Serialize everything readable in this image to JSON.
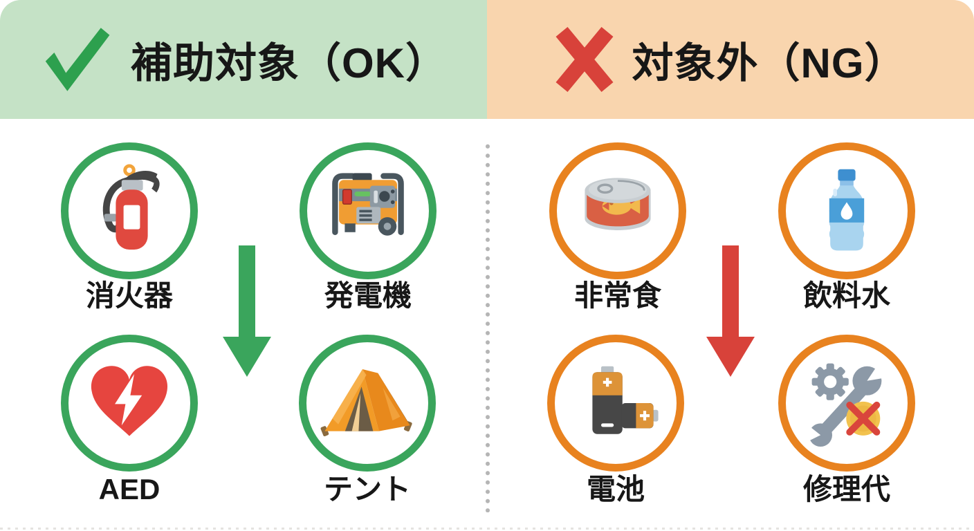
{
  "palette": {
    "ok_bg": "#c5e2c6",
    "ok_accent": "#3aa55c",
    "ok_check": "#2da04e",
    "ng_bg": "#f9d5ae",
    "ng_circle": "#e8821f",
    "ng_red": "#d8423a",
    "text": "#171717",
    "divider": "#b5b5b5"
  },
  "left_section": {
    "title": "補助対象（OK）",
    "icon": "check-icon",
    "items": [
      {
        "label": "消火器",
        "icon": "fire-extinguisher-icon"
      },
      {
        "label": "発電機",
        "icon": "generator-icon"
      },
      {
        "label": "AED",
        "icon": "aed-heart-icon"
      },
      {
        "label": "テント",
        "icon": "tent-icon"
      }
    ]
  },
  "right_section": {
    "title": "対象外（NG）",
    "icon": "x-icon",
    "items": [
      {
        "label": "非常食",
        "icon": "canned-food-icon"
      },
      {
        "label": "飲料水",
        "icon": "water-bottle-icon"
      },
      {
        "label": "電池",
        "icon": "battery-icon"
      },
      {
        "label": "修理代",
        "icon": "repair-cost-icon"
      }
    ]
  }
}
